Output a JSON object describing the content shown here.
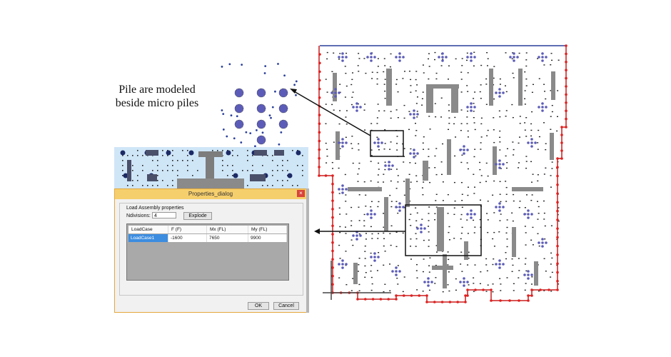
{
  "annotation": {
    "line1": "Pile are modeled",
    "line2": "beside micro piles"
  },
  "dialog": {
    "title": "Properties_dialog",
    "close_glyph": "×",
    "group_label": "Load Assembly properties",
    "ndivisions_label": "Ndivisions:",
    "ndivisions_value": "4",
    "explode_label": "Explode",
    "ok_label": "OK",
    "cancel_label": "Cancel",
    "columns": [
      "LoadCase",
      "F (F)",
      "Mx (FL)",
      "My (FL)"
    ],
    "rows": [
      [
        "LoadCase1",
        "-1600",
        "7650",
        "9900"
      ]
    ]
  },
  "colors": {
    "boundary_line": "#c81e1e",
    "boundary_node": "#e02020",
    "top_edge": "#2a3f9a",
    "pile": "#5c5cb8",
    "column": "#8a8a8a",
    "highlight_box": "#111111",
    "panel_bg": "#cfe6f7",
    "dialog_titlebar": "#f6cf6d"
  }
}
